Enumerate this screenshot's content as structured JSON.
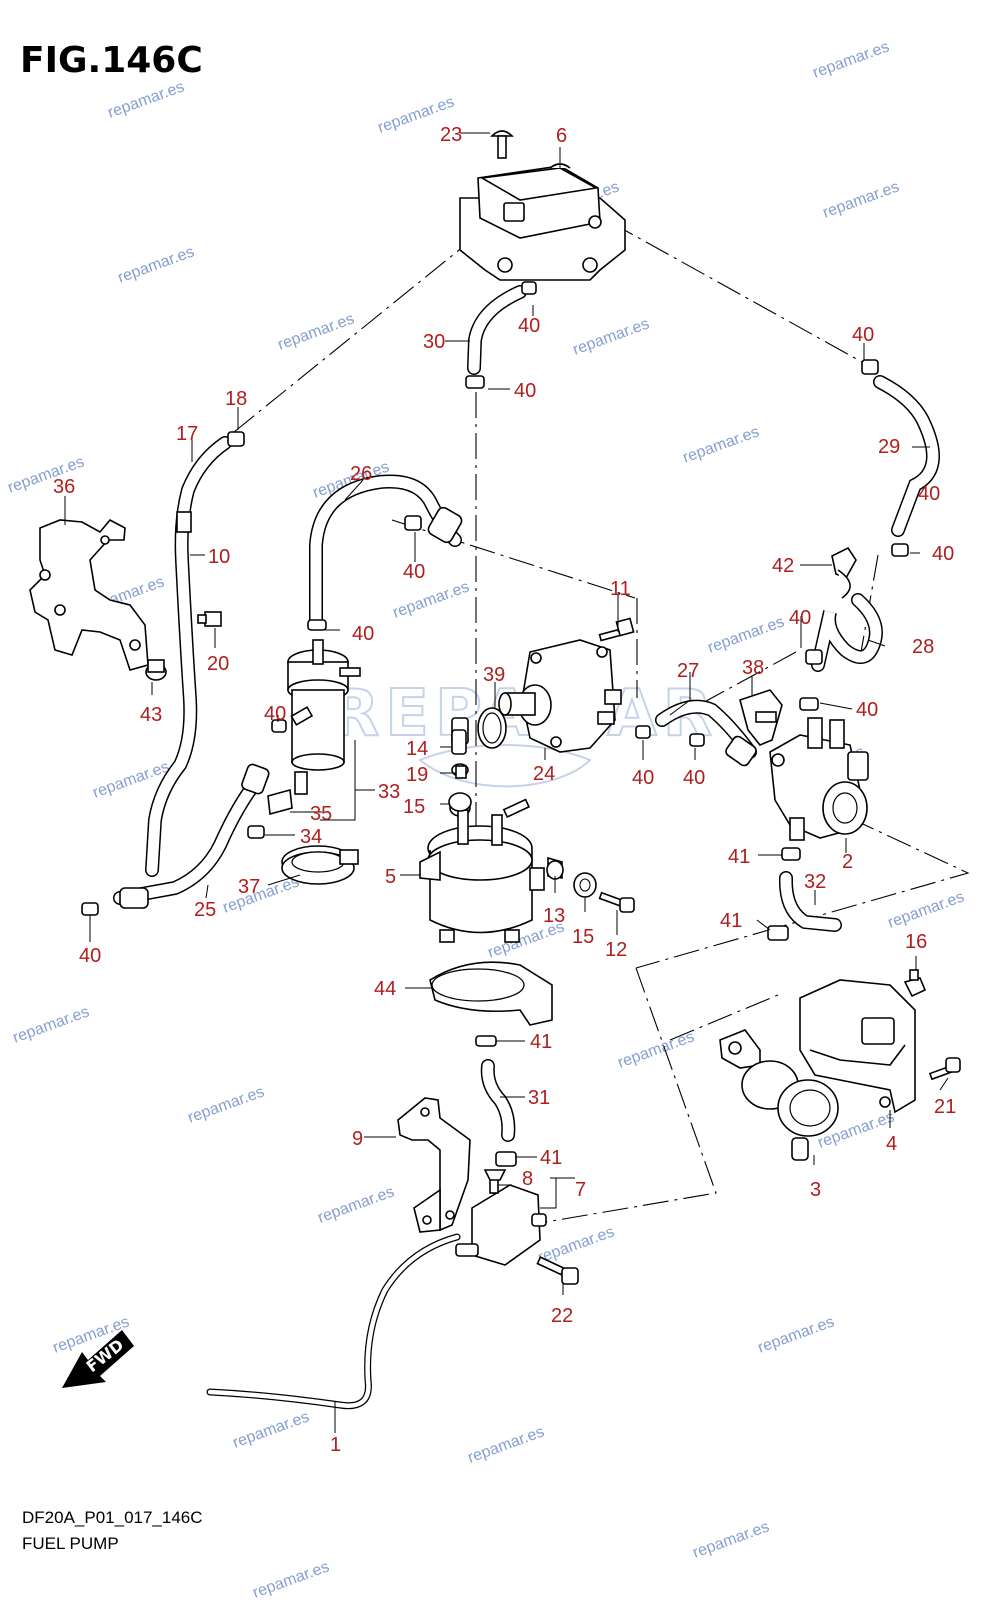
{
  "figure": {
    "title": "FIG.146C",
    "code": "DF20A_P01_017_146C",
    "caption": "FUEL PUMP",
    "fwd_label": "FWD",
    "accent_color": "#b01e1e"
  },
  "watermark": {
    "text": "repamar.es",
    "logo_text": "REPAMAR"
  },
  "callouts": [
    {
      "id": "c1",
      "label": "1"
    },
    {
      "id": "c2",
      "label": "2"
    },
    {
      "id": "c3",
      "label": "3"
    },
    {
      "id": "c4",
      "label": "4"
    },
    {
      "id": "c5",
      "label": "5"
    },
    {
      "id": "c6",
      "label": "6"
    },
    {
      "id": "c7",
      "label": "7"
    },
    {
      "id": "c8",
      "label": "8"
    },
    {
      "id": "c9",
      "label": "9"
    },
    {
      "id": "c10",
      "label": "10"
    },
    {
      "id": "c11",
      "label": "11"
    },
    {
      "id": "c12",
      "label": "12"
    },
    {
      "id": "c13",
      "label": "13"
    },
    {
      "id": "c14",
      "label": "14"
    },
    {
      "id": "c15a",
      "label": "15"
    },
    {
      "id": "c15b",
      "label": "15"
    },
    {
      "id": "c16",
      "label": "16"
    },
    {
      "id": "c17",
      "label": "17"
    },
    {
      "id": "c18",
      "label": "18"
    },
    {
      "id": "c19",
      "label": "19"
    },
    {
      "id": "c20",
      "label": "20"
    },
    {
      "id": "c21",
      "label": "21"
    },
    {
      "id": "c22",
      "label": "22"
    },
    {
      "id": "c23",
      "label": "23"
    },
    {
      "id": "c24",
      "label": "24"
    },
    {
      "id": "c25",
      "label": "25"
    },
    {
      "id": "c26",
      "label": "26"
    },
    {
      "id": "c27",
      "label": "27"
    },
    {
      "id": "c28",
      "label": "28"
    },
    {
      "id": "c29",
      "label": "29"
    },
    {
      "id": "c30",
      "label": "30"
    },
    {
      "id": "c31",
      "label": "31"
    },
    {
      "id": "c32",
      "label": "32"
    },
    {
      "id": "c33",
      "label": "33"
    },
    {
      "id": "c34",
      "label": "34"
    },
    {
      "id": "c35",
      "label": "35"
    },
    {
      "id": "c36",
      "label": "36"
    },
    {
      "id": "c37",
      "label": "37"
    },
    {
      "id": "c38",
      "label": "38"
    },
    {
      "id": "c39",
      "label": "39"
    },
    {
      "id": "c40a",
      "label": "40"
    },
    {
      "id": "c40b",
      "label": "40"
    },
    {
      "id": "c40c",
      "label": "40"
    },
    {
      "id": "c40d",
      "label": "40"
    },
    {
      "id": "c40e",
      "label": "40"
    },
    {
      "id": "c40f",
      "label": "40"
    },
    {
      "id": "c40g",
      "label": "40"
    },
    {
      "id": "c40h",
      "label": "40"
    },
    {
      "id": "c40i",
      "label": "40"
    },
    {
      "id": "c40j",
      "label": "40"
    },
    {
      "id": "c40k",
      "label": "40"
    },
    {
      "id": "c40l",
      "label": "40"
    },
    {
      "id": "c40m",
      "label": "40"
    },
    {
      "id": "c41a",
      "label": "41"
    },
    {
      "id": "c41b",
      "label": "41"
    },
    {
      "id": "c41c",
      "label": "41"
    },
    {
      "id": "c41d",
      "label": "41"
    },
    {
      "id": "c42",
      "label": "42"
    },
    {
      "id": "c43",
      "label": "43"
    },
    {
      "id": "c44",
      "label": "44"
    }
  ]
}
